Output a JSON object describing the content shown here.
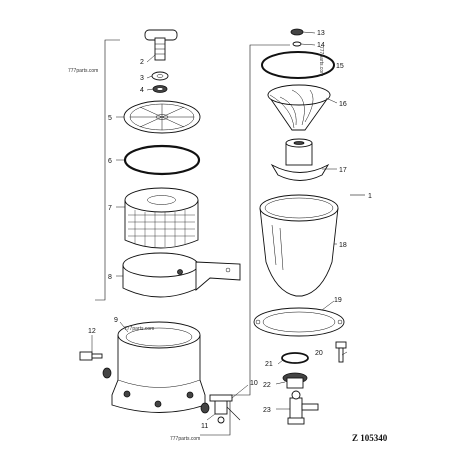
{
  "diagram_code": "Z 105340",
  "watermarks": [
    "777parts.com",
    "777parts.com",
    "777parts.com",
    "777parts.com"
  ],
  "callouts": [
    "1",
    "2",
    "3",
    "4",
    "5",
    "6",
    "7",
    "8",
    "9",
    "10",
    "11",
    "12",
    "13",
    "14",
    "15",
    "16",
    "17",
    "18",
    "19",
    "20",
    "21",
    "22",
    "23"
  ]
}
